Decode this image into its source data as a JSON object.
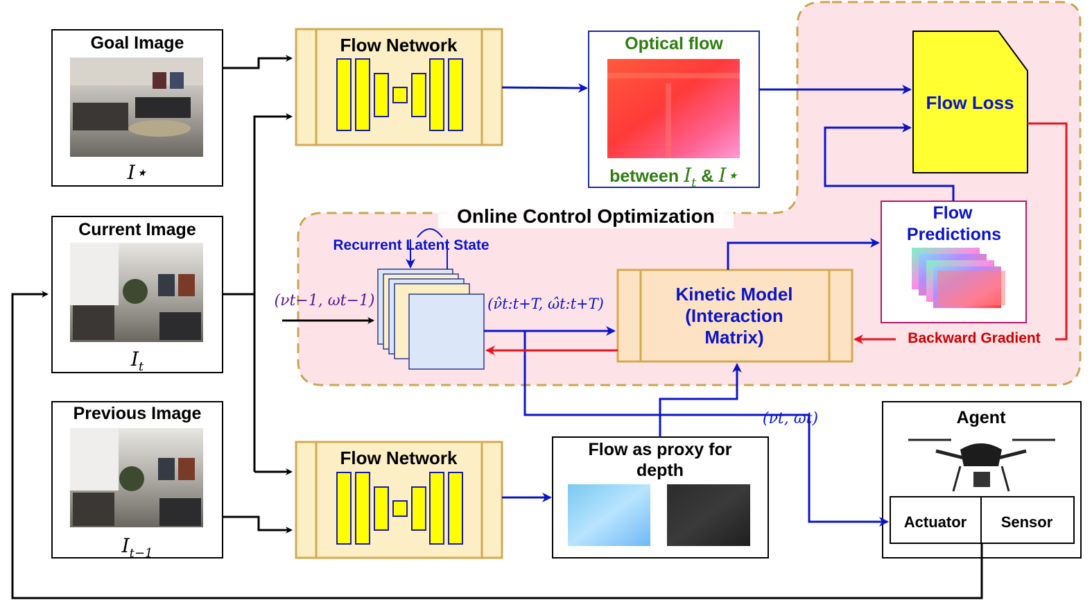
{
  "inputs": {
    "goal": {
      "title": "Goal Image",
      "symbol": "I⋆"
    },
    "current": {
      "title": "Current Image",
      "symbol": "I",
      "subscript": "t"
    },
    "previous": {
      "title": "Previous Image",
      "symbol": "I",
      "subscript": "t−1"
    }
  },
  "flow_network_top": {
    "title": "Flow Network"
  },
  "flow_network_bottom": {
    "title": "Flow Network"
  },
  "optical_flow": {
    "title": "Optical flow",
    "caption_prefix": "between ",
    "caption_i": "I",
    "caption_sub": "t",
    "caption_amp": " & ",
    "caption_star": "I⋆"
  },
  "flow_loss": {
    "title": "Flow Loss"
  },
  "online_control": {
    "title": "Online Control Optimization",
    "recurrent_state": "Recurrent Latent State",
    "input_vel": "(νt−1, ωt−1)",
    "output_vel": "(ν̂t:t+T, ω̂t:t+T)",
    "backward_gradient": "Backward Gradient"
  },
  "kinetic_model": {
    "line1": "Kinetic Model",
    "line2": "(Interaction",
    "line3": "Matrix)"
  },
  "flow_predictions": {
    "line1": "Flow",
    "line2": "Predictions"
  },
  "depth_proxy": {
    "line1": "Flow as proxy for",
    "line2": "depth"
  },
  "velocity_cmd": "(νt, ωt)",
  "agent": {
    "title": "Agent",
    "actuator": "Actuator",
    "sensor": "Sensor"
  },
  "colors": {
    "blue_arrow": "#0a14c8",
    "red_arrow": "#e8141e",
    "black_arrow": "#000000",
    "text_blue": "#0a14c8",
    "text_green": "#2e7d0f",
    "text_red": "#cc0000",
    "text_purple": "#5a148c",
    "network_fill": "#fdefc5",
    "network_border": "#d2aa50",
    "network_bar": "#ffff00",
    "loss_fill": "#ffff32",
    "pink_region": "#fde3e8",
    "latent_blue": "#dbe6f8",
    "latent_yellow": "#fdefc5"
  }
}
